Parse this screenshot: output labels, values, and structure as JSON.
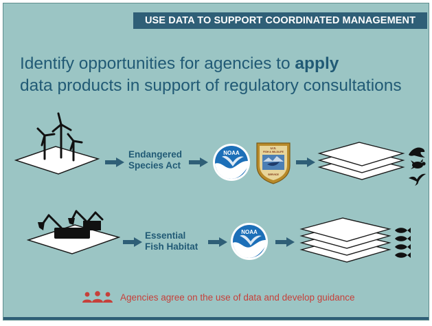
{
  "header": {
    "title": "USE DATA TO SUPPORT COORDINATED MANAGEMENT"
  },
  "headline": {
    "line1_prefix": "Identify opportunities for agencies to ",
    "line1_emphasis": "apply",
    "line2": "data products in support of regulatory consultations"
  },
  "rows": [
    {
      "label_line1": "Endangered",
      "label_line2": "Species Act",
      "agencies": [
        "NOAA",
        "U.S. FISH & WILDLIFE SERVICE"
      ],
      "species": [
        "seal-icon",
        "turtle-icon",
        "bird-icon"
      ]
    },
    {
      "label_line1": "Essential",
      "label_line2": "Fish Habitat",
      "agencies": [
        "NOAA"
      ],
      "species": [
        "fish-icon",
        "fish-icon",
        "fish-icon",
        "fish-icon"
      ]
    }
  ],
  "logos": {
    "noaa_text": "NOAA",
    "usfws_line1": "U.S.",
    "usfws_line2": "FISH & WILDLIFE",
    "usfws_line3": "SERVICE"
  },
  "footer": {
    "text": "Agencies agree on the use of data and develop guidance"
  },
  "colors": {
    "background": "#9bc5c4",
    "navy": "#2f5f77",
    "title_text": "#215a75",
    "footer_red": "#c6403a"
  }
}
